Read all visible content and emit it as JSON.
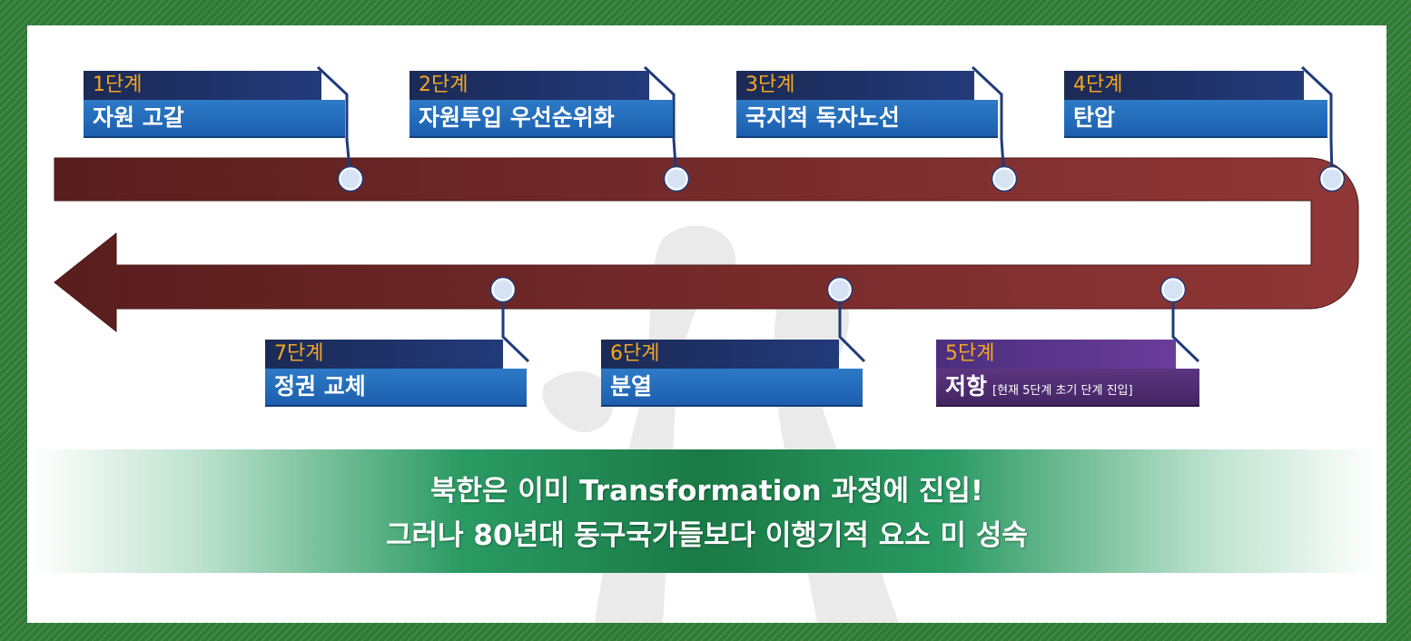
{
  "stages": [
    {
      "number": "1단계",
      "name": "자원 고갈"
    },
    {
      "number": "2단계",
      "name": "자원투입 우선순위화"
    },
    {
      "number": "3단계",
      "name": "국지적 독자노선"
    },
    {
      "number": "4단계",
      "name": "탄압"
    },
    {
      "number": "5단계",
      "name": "저항",
      "note": "[현재 5단계 초기 단계 진입]"
    },
    {
      "number": "6단계",
      "name": "분열"
    },
    {
      "number": "7단계",
      "name": "정권 교체"
    }
  ],
  "summary": {
    "line1": "북한은 이미 Transformation 과정에 진입!",
    "line2": "그러나 80년대 동구국가들보다 이행기적 요소 미 성숙"
  },
  "colors": {
    "frame_green": "#2f7a35",
    "arrow_dark": "#5a1e1e",
    "arrow_light": "#8e3535",
    "stage_number": "#f5a623",
    "stage_blue": "#1c5fae",
    "stage_current": "#5c3580"
  },
  "current_stage": 5
}
